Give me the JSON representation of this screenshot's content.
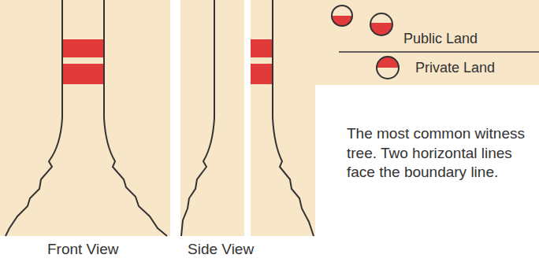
{
  "diagram": {
    "labels": [
      "Front View",
      "Side View",
      "The most common witness tree. Two horizontal lines face the boundary line."
    ],
    "legend": [
      {
        "text": "Public Land"
      },
      {
        "text": "Private Land"
      }
    ]
  }
}
